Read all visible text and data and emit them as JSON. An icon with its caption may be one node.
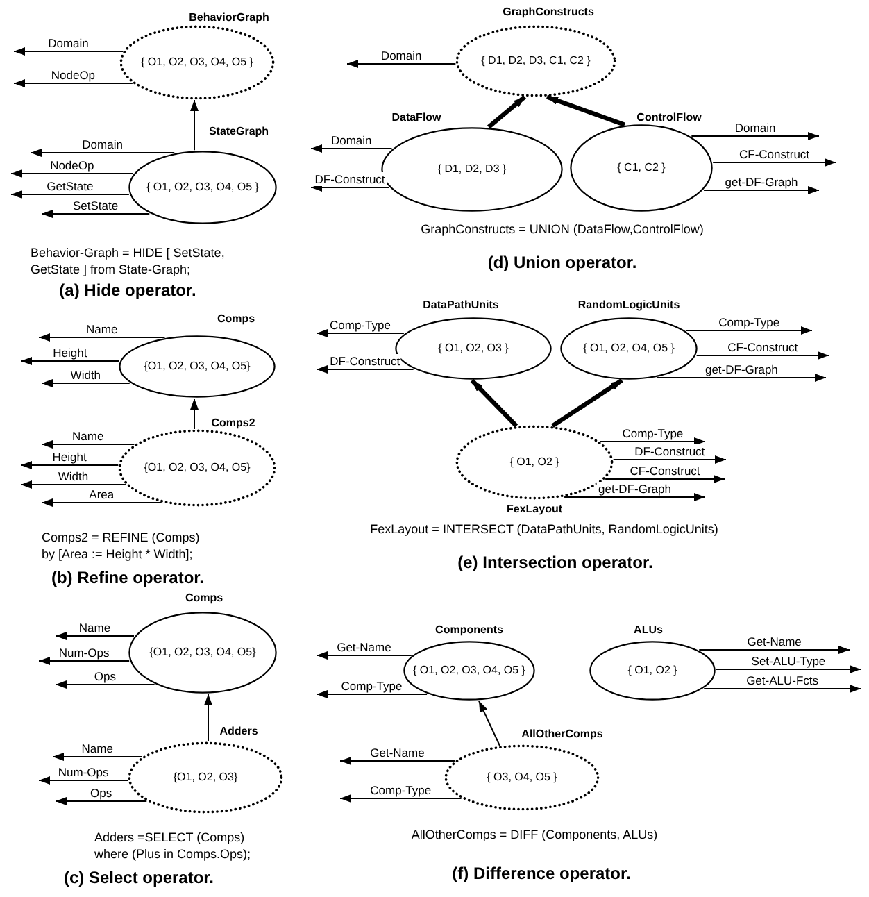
{
  "diagram": {
    "nodes": [
      {
        "text": [
          "BehaviorGraph",
          "{ O1, O2, O3, O4, O5 }"
        ]
      },
      {
        "text": [
          "StateGraph",
          "{ O1, O2, O3, O4, O5 }"
        ]
      },
      {
        "text": [
          "GraphConstructs",
          "{ D1, D2, D3, C1, C2 }"
        ]
      },
      {
        "text": [
          "DataFlow",
          "{ D1, D2, D3 }"
        ]
      },
      {
        "text": [
          "ControlFlow",
          "{ C1, C2 }"
        ]
      },
      {
        "text": [
          "Comps",
          "{O1, O2, O3, O4, O5}"
        ]
      },
      {
        "text": [
          "Comps2",
          "{O1, O2, O3, O4, O5}"
        ]
      },
      {
        "text": [
          "DataPathUnits",
          "{ O1, O2, O3 }"
        ]
      },
      {
        "text": [
          "RandomLogicUnits",
          "{ O1, O2, O4, O5 }"
        ]
      },
      {
        "text": [
          "{ O1, O2 }",
          "FexLayout"
        ]
      },
      {
        "text": [
          "Comps",
          "{O1, O2, O3, O4, O5}"
        ]
      },
      {
        "text": [
          "Adders",
          "{O1, O2, O3}"
        ]
      },
      {
        "text": [
          "Components",
          "{ O1, O2, O3, O4, O5 }"
        ]
      },
      {
        "text": [
          "ALUs",
          "{ O1, O2 }"
        ]
      },
      {
        "text": [
          "AllOtherComps",
          "{ O3, O4, O5 }"
        ]
      }
    ],
    "edges": [
      {
        "from": 0,
        "to": null,
        "arrow": "to",
        "label": "Domain"
      },
      {
        "from": 0,
        "to": null,
        "arrow": "to",
        "label": "NodeOp"
      },
      {
        "from": 1,
        "to": 0,
        "arrow": "to"
      },
      {
        "from": 1,
        "to": null,
        "arrow": "to",
        "label": "Domain"
      },
      {
        "from": 1,
        "to": null,
        "arrow": "to",
        "label": "NodeOp"
      },
      {
        "from": 1,
        "to": null,
        "arrow": "to",
        "label": "GetState"
      },
      {
        "from": 1,
        "to": null,
        "arrow": "to",
        "label": "SetState"
      },
      {
        "from": 2,
        "to": null,
        "arrow": "to",
        "label": "Domain"
      },
      {
        "from": 3,
        "to": 2,
        "arrow": "to",
        "style": "thick"
      },
      {
        "from": 4,
        "to": 2,
        "arrow": "to",
        "style": "thick"
      },
      {
        "from": 3,
        "to": null,
        "arrow": "to",
        "label": "Domain"
      },
      {
        "from": 3,
        "to": null,
        "arrow": "to",
        "label": "DF-Construct"
      },
      {
        "from": 4,
        "to": null,
        "arrow": "to",
        "label": "Domain"
      },
      {
        "from": 4,
        "to": null,
        "arrow": "to",
        "label": "CF-Construct"
      },
      {
        "from": 4,
        "to": null,
        "arrow": "to",
        "label": "get-DF-Graph"
      },
      {
        "from": 5,
        "to": null,
        "arrow": "to",
        "label": "Name"
      },
      {
        "from": 5,
        "to": null,
        "arrow": "to",
        "label": "Height"
      },
      {
        "from": 5,
        "to": null,
        "arrow": "to",
        "label": "Width"
      },
      {
        "from": 6,
        "to": 5,
        "arrow": "to"
      },
      {
        "from": 6,
        "to": null,
        "arrow": "to",
        "label": "Name"
      },
      {
        "from": 6,
        "to": null,
        "arrow": "to",
        "label": "Height"
      },
      {
        "from": 6,
        "to": null,
        "arrow": "to",
        "label": "Width"
      },
      {
        "from": 6,
        "to": null,
        "arrow": "to",
        "label": "Area"
      },
      {
        "from": 7,
        "to": null,
        "arrow": "to",
        "label": "Comp-Type"
      },
      {
        "from": 7,
        "to": null,
        "arrow": "to",
        "label": "DF-Construct"
      },
      {
        "from": 8,
        "to": null,
        "arrow": "to",
        "label": "Comp-Type"
      },
      {
        "from": 8,
        "to": null,
        "arrow": "to",
        "label": "CF-Construct"
      },
      {
        "from": 8,
        "to": null,
        "arrow": "to",
        "label": "get-DF-Graph"
      },
      {
        "from": 9,
        "to": 7,
        "arrow": "to",
        "style": "thick"
      },
      {
        "from": 9,
        "to": 8,
        "arrow": "to",
        "style": "thick"
      },
      {
        "from": 9,
        "to": null,
        "arrow": "to",
        "label": "Comp-Type"
      },
      {
        "from": 9,
        "to": null,
        "arrow": "to",
        "label": "DF-Construct"
      },
      {
        "from": 9,
        "to": null,
        "arrow": "to",
        "label": "CF-Construct"
      },
      {
        "from": 9,
        "to": null,
        "arrow": "to",
        "label": "get-DF-Graph"
      },
      {
        "from": 10,
        "to": null,
        "arrow": "to",
        "label": "Name"
      },
      {
        "from": 10,
        "to": null,
        "arrow": "to",
        "label": "Num-Ops"
      },
      {
        "from": 10,
        "to": null,
        "arrow": "to",
        "label": "Ops"
      },
      {
        "from": 11,
        "to": 10,
        "arrow": "to"
      },
      {
        "from": 11,
        "to": null,
        "arrow": "to",
        "label": "Name"
      },
      {
        "from": 11,
        "to": null,
        "arrow": "to",
        "label": "Num-Ops"
      },
      {
        "from": 11,
        "to": null,
        "arrow": "to",
        "label": "Ops"
      },
      {
        "from": 12,
        "to": null,
        "arrow": "to",
        "label": "Get-Name"
      },
      {
        "from": 12,
        "to": null,
        "arrow": "to",
        "label": "Comp-Type"
      },
      {
        "from": 13,
        "to": null,
        "arrow": "to",
        "label": "Get-Name"
      },
      {
        "from": 13,
        "to": null,
        "arrow": "to",
        "label": "Set-ALU-Type"
      },
      {
        "from": 13,
        "to": null,
        "arrow": "to",
        "label": "Get-ALU-Fcts"
      },
      {
        "from": 14,
        "to": 12,
        "arrow": "to"
      },
      {
        "from": 14,
        "to": null,
        "arrow": "to",
        "label": "Get-Name"
      },
      {
        "from": 14,
        "to": null,
        "arrow": "to",
        "label": "Comp-Type"
      }
    ],
    "labels": [
      "Behavior-Graph = HIDE [ SetState, GetState ] from State-Graph;",
      "(a) Hide operator.",
      "GraphConstructs = UNION (DataFlow,ControlFlow)",
      "(d) Union operator.",
      "Comps2 = REFINE (Comps) by [Area := Height * Width];",
      "(b) Refine operator.",
      "FexLayout = INTERSECT (DataPathUnits, RandomLogicUnits)",
      "(e) Intersection operator.",
      "Adders =SELECT (Comps) where (Plus in Comps.Ops);",
      "(c) Select operator.",
      "AllOtherComps = DIFF (Components, ALUs)",
      "(f) Difference operator."
    ]
  }
}
